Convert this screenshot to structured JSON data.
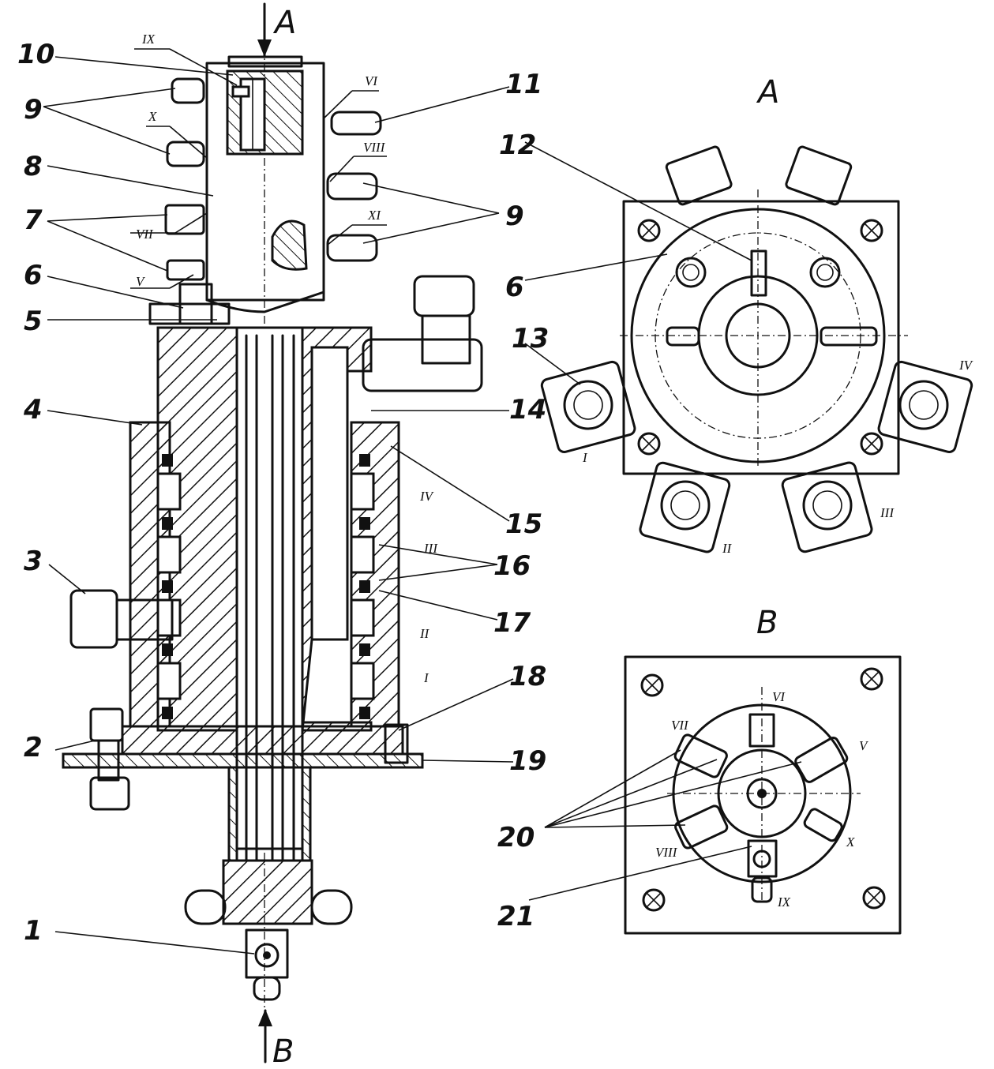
{
  "view_labels": {
    "a_arrow": "A",
    "a_title": "A",
    "b_arrow": "B",
    "b_title": "B"
  },
  "callouts": {
    "n1": "1",
    "n2": "2",
    "n3": "3",
    "n4": "4",
    "n5": "5",
    "n6": "6",
    "n7": "7",
    "n8": "8",
    "n9a": "9",
    "n9b": "9",
    "n10": "10",
    "n11": "11",
    "n6b": "6",
    "n12": "12",
    "n13": "13",
    "n14": "14",
    "n15": "15",
    "n16": "16",
    "n17": "17",
    "n18": "18",
    "n19": "19",
    "n20": "20",
    "n21": "21"
  },
  "port_marks": {
    "main": {
      "ix": "IX",
      "x": "X",
      "vii": "VII",
      "v": "V",
      "vi": "VI",
      "viii": "VIII",
      "xi": "XI",
      "iv": "IV",
      "iii": "III",
      "ii": "II",
      "i": "I"
    },
    "view_a": {
      "i": "I",
      "ii": "II",
      "iii": "III",
      "iv": "IV"
    },
    "view_b": {
      "vi": "VI",
      "vii": "VII",
      "v": "V",
      "viii": "VIII",
      "x": "X",
      "ix": "IX"
    }
  },
  "colors": {
    "ink": "#111111",
    "paper": "#ffffff"
  }
}
